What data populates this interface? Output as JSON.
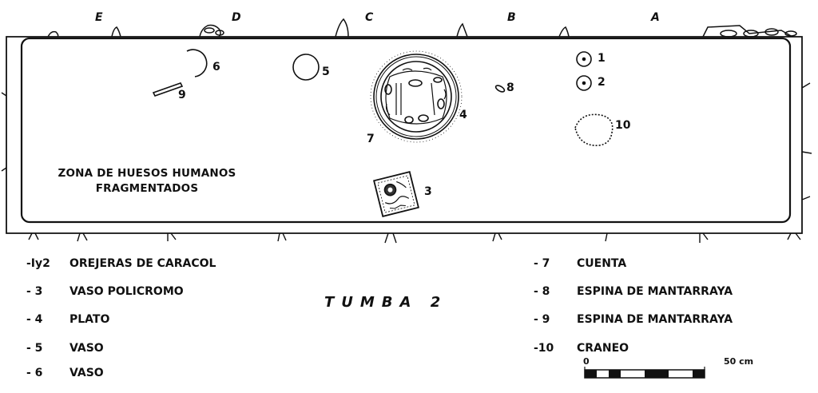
{
  "grid_columns": [
    "E",
    "D",
    "C",
    "B",
    "A"
  ],
  "zone_label": [
    "ZONA DE HUESOS HUMANOS",
    "FRAGMENTADOS"
  ],
  "object_numbers": {
    "n1": "1",
    "n2": "2",
    "n3": "3",
    "n4": "4",
    "n5": "5",
    "n6": "6",
    "n7": "7",
    "n8": "8",
    "n9": "9",
    "n10": "10"
  },
  "title": "TUMBA 2",
  "legend_left": [
    {
      "code": "-Iy2",
      "label": "OREJERAS DE CARACOL"
    },
    {
      "code": "- 3",
      "label": "VASO POLICROMO"
    },
    {
      "code": "- 4",
      "label": "PLATO"
    },
    {
      "code": "- 5",
      "label": "VASO"
    },
    {
      "code": "- 6",
      "label": "VASO"
    }
  ],
  "legend_right": [
    {
      "code": "- 7",
      "label": "CUENTA"
    },
    {
      "code": "- 8",
      "label": "ESPINA DE MANTARRAYA"
    },
    {
      "code": "- 9",
      "label": "ESPINA DE MANTARRAYA"
    },
    {
      "code": "-10",
      "label": "CRANEO"
    }
  ],
  "scale": {
    "start": "0",
    "end": "50 cm"
  },
  "colors": {
    "ink": "#111111",
    "paper": "#ffffff"
  }
}
